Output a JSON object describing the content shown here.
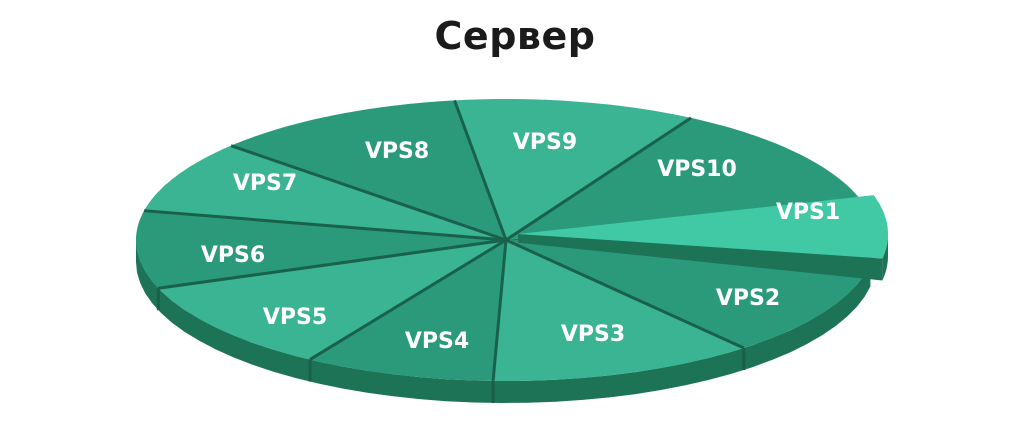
{
  "title": "Сервер",
  "colors": {
    "light": "#3ab493",
    "dark": "#2a9a7b",
    "side": "#1d7356",
    "side_dark": "#175f47",
    "highlight": "#40c9a4",
    "divider": "#19614a"
  },
  "slices": [
    {
      "label": "VPS1",
      "highlight": true
    },
    {
      "label": "VPS2"
    },
    {
      "label": "VPS3"
    },
    {
      "label": "VPS4"
    },
    {
      "label": "VPS5"
    },
    {
      "label": "VPS6"
    },
    {
      "label": "VPS7"
    },
    {
      "label": "VPS8"
    },
    {
      "label": "VPS9"
    },
    {
      "label": "VPS10"
    }
  ]
}
